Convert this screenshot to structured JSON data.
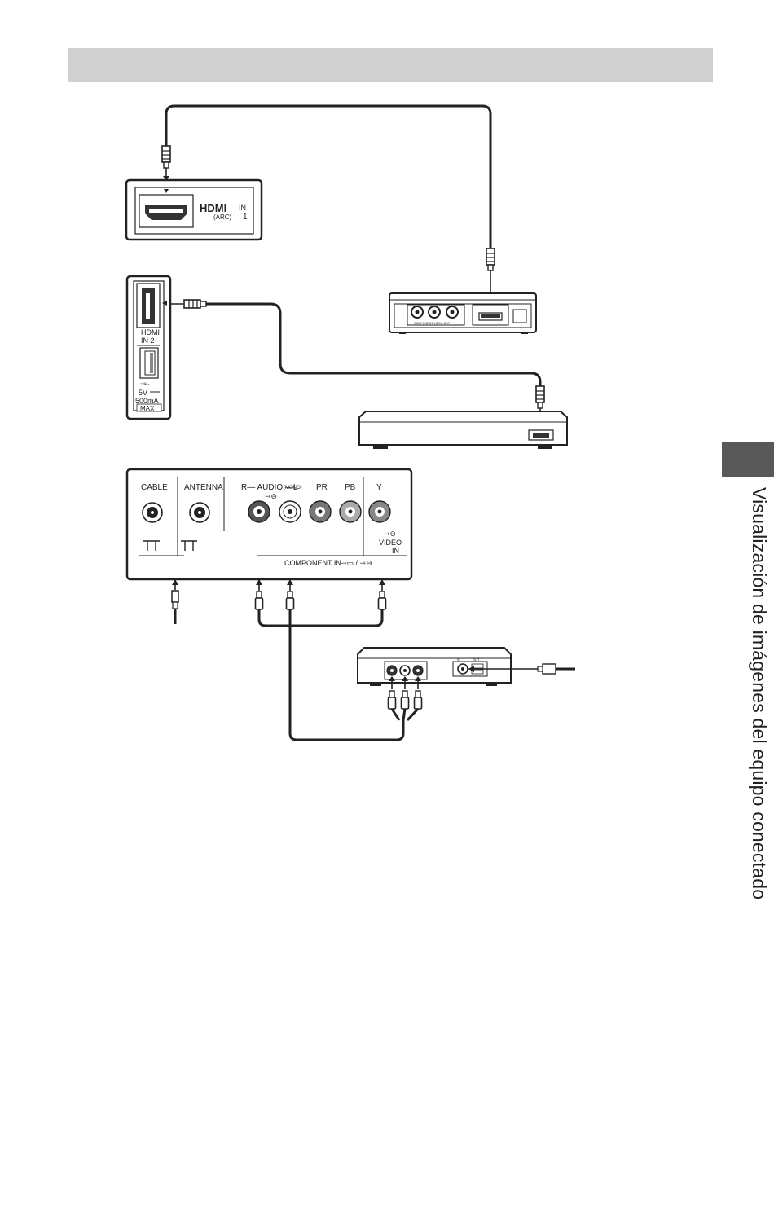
{
  "header": {
    "text": ""
  },
  "side_tab": {
    "title": "Visualización de imágenes del equipo conectado"
  },
  "hdmi_panel_1": {
    "logo": "HDMI",
    "in_label": "IN",
    "number": "1",
    "arc": "(ARC)"
  },
  "hdmi_panel_2": {
    "hdmi_label": "HDMI",
    "in_label": "IN  2",
    "usb_power": "5V",
    "usb_current": "500mA",
    "usb_max": "MAX"
  },
  "rear_panel": {
    "cable": "CABLE",
    "antenna": "ANTENNA",
    "audio": "R— AUDIO —L",
    "mono": "(MONO)",
    "pr": "PR",
    "pb": "PB",
    "y": "Y",
    "video_in_1": "VIDEO",
    "video_in_2": "IN",
    "component_in": "COMPONENT IN"
  },
  "devices": {
    "box_top_component_label": "COMPONENT VIDEO OUT",
    "box_bottom_in": "IN",
    "box_bottom_out": "OUT"
  },
  "colors": {
    "header": "#d0d0d0",
    "tab": "#595959",
    "line": "#222222"
  }
}
